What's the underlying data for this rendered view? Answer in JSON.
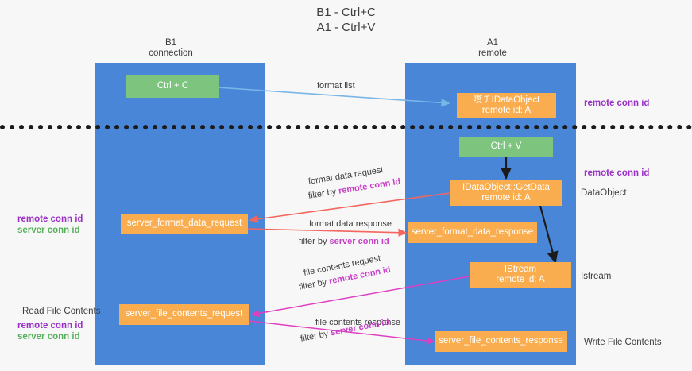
{
  "title": {
    "line1": "B1 - Ctrl+C",
    "line2": "A1 - Ctrl+V"
  },
  "columns": [
    {
      "name": "B1",
      "sub": "connection"
    },
    {
      "name": "A1",
      "sub": "remote"
    }
  ],
  "colors": {
    "lane": "#4a86d8",
    "box_orange": "#f9ad4e",
    "box_green": "#7dc47f",
    "purple": "#9a31c7",
    "green_text": "#56b05a",
    "magenta": "#c840c8",
    "arrow_blue": "#79b6e8",
    "arrow_red": "#f4665e",
    "arrow_black": "#1b1b1b",
    "arrow_magenta": "#e040c0",
    "background": "#f7f7f8"
  },
  "boxes": {
    "ctrl_c": {
      "label": "Ctrl + C"
    },
    "ctrl_v": {
      "label": "Ctrl + V"
    },
    "idataobject": {
      "line1": "嚽チIDataObject",
      "line2": "remote id: A"
    },
    "getdata": {
      "line1": "IDataObject::GetData",
      "line2": "remote id: A"
    },
    "istream": {
      "line1": "IStream",
      "line2": "remote id: A"
    },
    "server_format_data_request": {
      "label": "server_format_data_request"
    },
    "server_format_data_response": {
      "label": "server_format_data_response"
    },
    "server_file_contents_request": {
      "label": "server_file_contents_request"
    },
    "server_file_contents_response": {
      "label": "server_file_contents_response"
    }
  },
  "edge_labels": {
    "format_list": "format list",
    "format_data_request": "format data request",
    "format_data_request_filter_prefix": "filter by ",
    "format_data_request_filter_key": "remote conn id",
    "format_data_response": "format data response",
    "format_data_response_filter_prefix": "filter by ",
    "format_data_response_filter_key": "server conn id",
    "file_contents_request": "file contents request",
    "file_contents_request_filter_prefix": "filter by ",
    "file_contents_request_filter_key": "remote conn id",
    "file_contents_response": "file contents response",
    "file_contents_response_filter_prefix": "filter by ",
    "file_contents_response_filter_key": "server conn id"
  },
  "annotations": {
    "right_remote_conn_id_top": "remote conn id",
    "right_remote_conn_id_mid": "remote conn id",
    "right_dataobject": "DataObject",
    "right_istream": "Istream",
    "right_write_file_contents": "Write File Contents",
    "left_remote_conn_id_1": "remote conn id",
    "left_server_conn_id_1": "server conn id",
    "left_read_file_contents": "Read File Contents",
    "left_remote_conn_id_2": "remote conn id",
    "left_server_conn_id_2": "server conn id"
  }
}
